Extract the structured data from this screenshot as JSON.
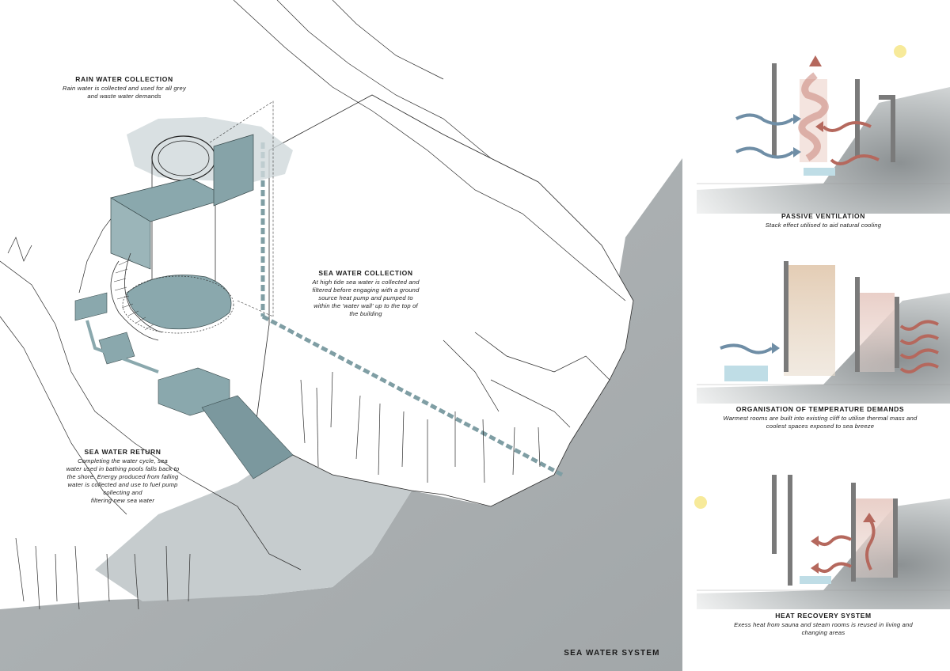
{
  "sheet": {
    "title": "SEA WATER SYSTEM",
    "colors": {
      "sea_water": "#8aa8ad",
      "rock_shade": "#b9bfc1",
      "ground_concrete": "#a9aeb0",
      "warm_zone": "#e6cbc4",
      "thermal_mass": "#e2d2be",
      "cool_water": "#bfdde6",
      "heat_arrow": "#b5685d",
      "air_arrow": "#6f8ea6",
      "sun": "#f7ea9a"
    }
  },
  "callouts": {
    "rain": {
      "heading": "RAIN WATER COLLECTION",
      "body": [
        "Rain water is collected and used for all grey",
        "and waste water demands"
      ]
    },
    "collection": {
      "heading": "SEA WATER COLLECTION",
      "body": [
        "At high tide sea water is collected and",
        "filtered before engaging with a ground",
        "source heat pump and pumped to",
        "within the 'water wall' up to the top of",
        "the building"
      ]
    },
    "return": {
      "heading": "SEA WATER RETURN",
      "body": [
        "Completing the water cycle, sea",
        "water used in bathing pools falls back to",
        "the shore. Energy produced from falling",
        "water is collected and use to fuel pump",
        "collecting and",
        "filtering new sea water"
      ]
    }
  },
  "sections": [
    {
      "heading": "PASSIVE VENTILATION",
      "body": [
        "Stack effect utilised to aid natural cooling"
      ],
      "icon": "stack-effect-section"
    },
    {
      "heading": "ORGANISATION OF TEMPERATURE DEMANDS",
      "body": [
        "Warmest rooms are built into existing cliff to utilise thermal mass and",
        "coolest spaces exposed to sea breeze"
      ],
      "icon": "temperature-zoning-section"
    },
    {
      "heading": "HEAT RECOVERY SYSTEM",
      "body": [
        "Exess heat from sauna and steam rooms is reused in living and",
        "changing areas"
      ],
      "icon": "heat-recovery-section"
    }
  ]
}
